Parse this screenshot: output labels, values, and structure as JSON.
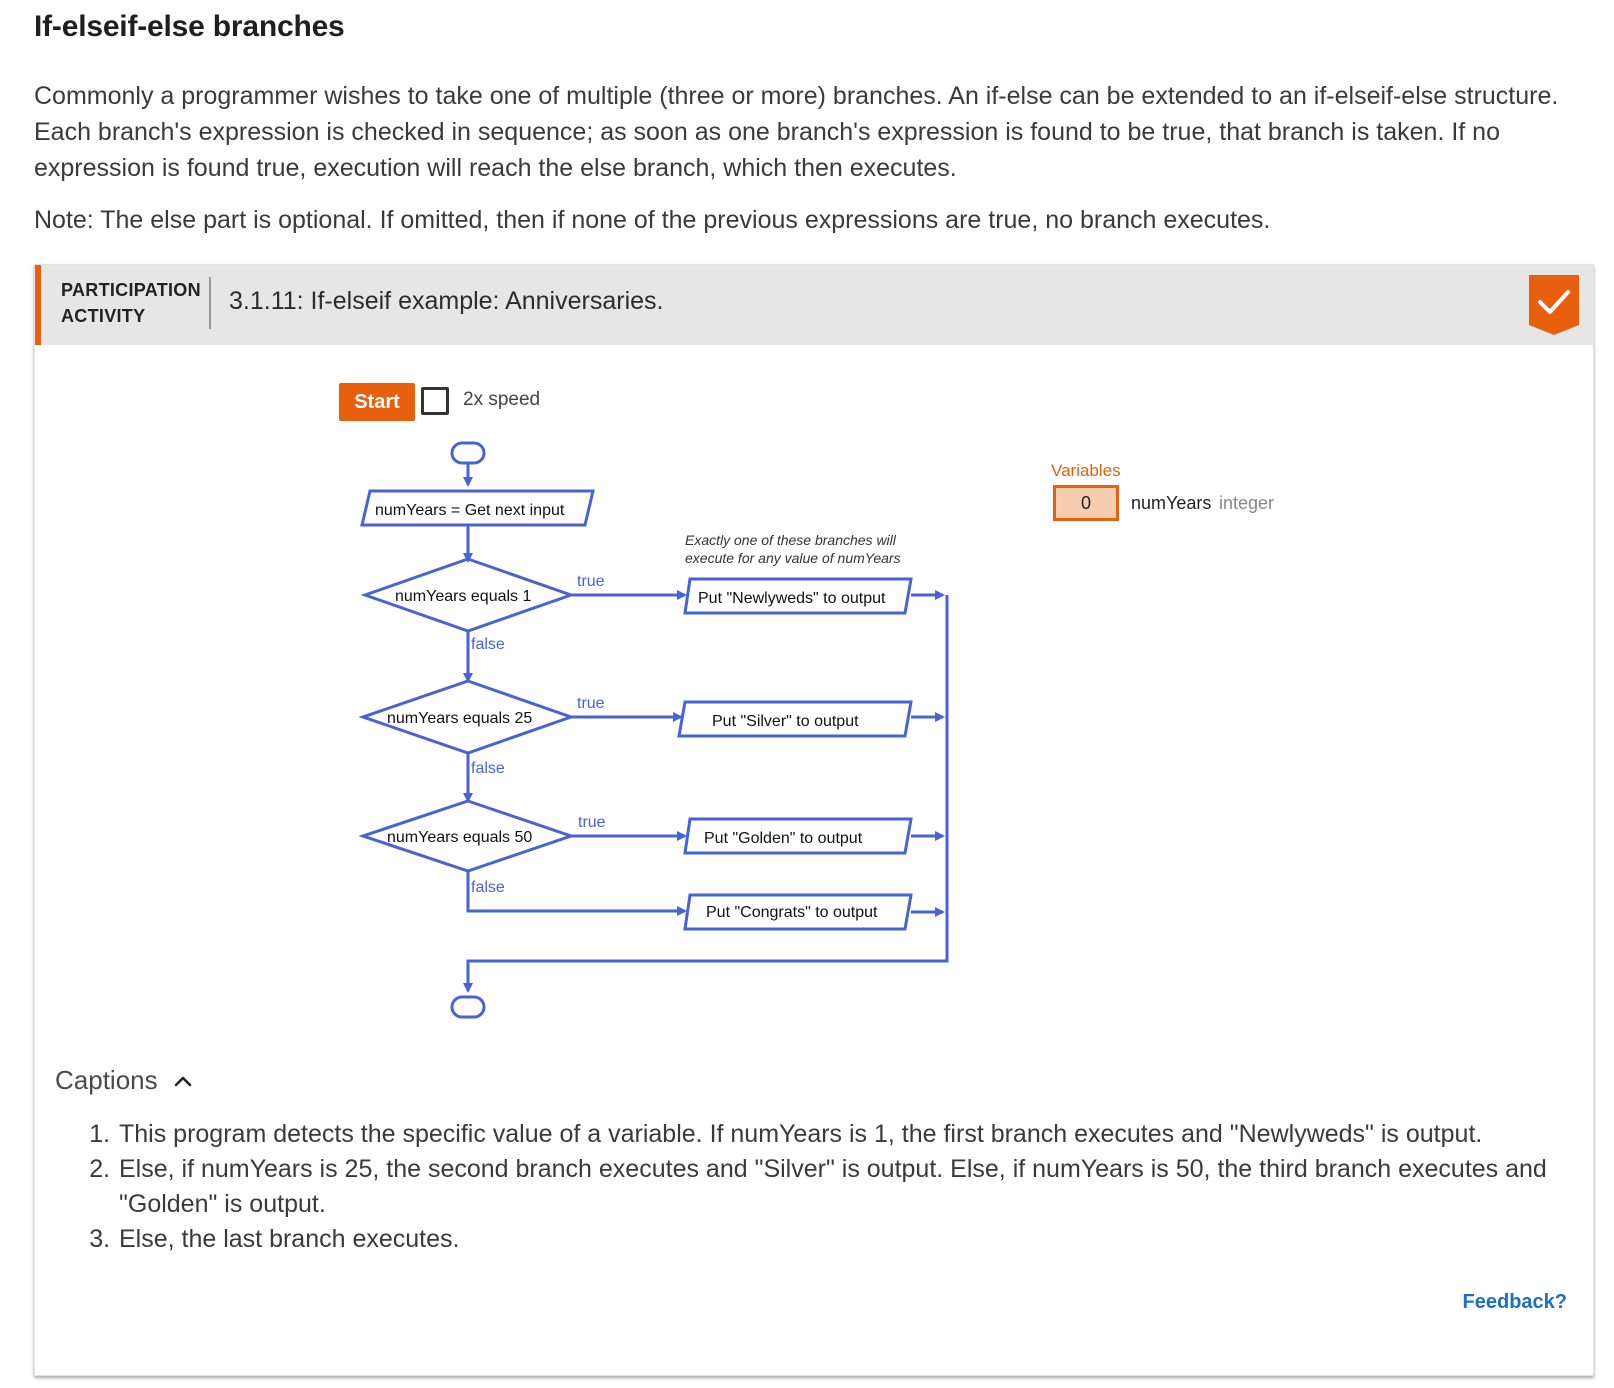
{
  "section": {
    "title": "If-elseif-else branches",
    "paragraph1": "Commonly a programmer wishes to take one of multiple (three or more) branches. An if-else can be extended to an if-elseif-else structure. Each branch's expression is checked in sequence; as soon as one branch's expression is found to be true, that branch is taken. If no expression is found true, execution will reach the else branch, which then executes.",
    "paragraph2": "Note: The else part is optional. If omitted, then if none of the previous expressions are true, no branch executes."
  },
  "activity": {
    "type_line1": "PARTICIPATION",
    "type_line2": "ACTIVITY",
    "title": "3.1.11: If-elseif example: Anniversaries.",
    "completed": true,
    "accent_color": "#e8600e"
  },
  "controls": {
    "start_label": "Start",
    "speed_label": "2x speed",
    "speed_checked": false
  },
  "flowchart": {
    "input_node": "numYears = Get next input",
    "note_line1": "Exactly one of  these branches will",
    "note_line2": "execute for any value of numYears",
    "decisions": [
      {
        "label": "numYears equals 1",
        "true_label": "true",
        "false_label": "false",
        "action": "Put \"Newlyweds\" to output"
      },
      {
        "label": "numYears equals 25",
        "true_label": "true",
        "false_label": "false",
        "action": "Put \"Silver\" to output"
      },
      {
        "label": "numYears equals 50",
        "true_label": "true",
        "false_label": "false",
        "action": "Put \"Golden\" to output"
      }
    ],
    "else_action": "Put \"Congrats\" to output",
    "line_color": "#4763d6"
  },
  "variables": {
    "heading": "Variables",
    "items": [
      {
        "value": "0",
        "name": "numYears",
        "type": "integer"
      }
    ]
  },
  "captions": {
    "heading": "Captions",
    "expanded": true,
    "items": [
      "This program detects the specific value of a variable. If numYears is 1, the first branch executes and \"Newlyweds\" is output.",
      "Else, if numYears is 25, the second branch executes and \"Silver\" is output. Else, if numYears is 50, the third branch executes and \"Golden\" is output.",
      "Else, the last branch executes."
    ]
  },
  "feedback_label": "Feedback?"
}
